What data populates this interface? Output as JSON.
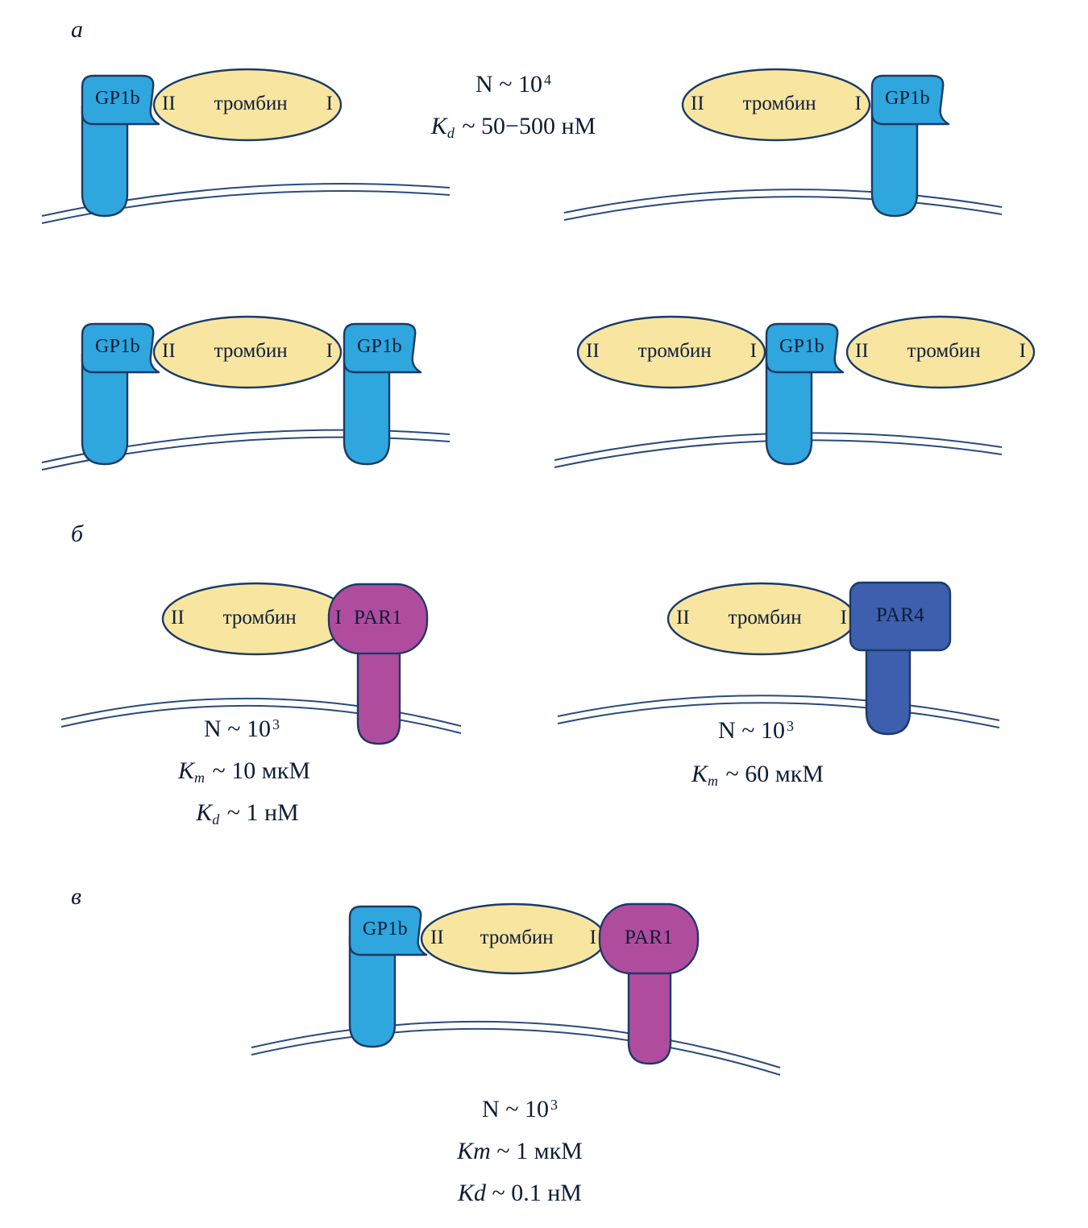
{
  "receptors": {
    "gp1b": "GP1b",
    "par1": "PAR1",
    "par4": "PAR4"
  },
  "thrombin": {
    "exosite2": "II",
    "name": "тромбин",
    "exosite1": "I"
  },
  "panels": {
    "a": {
      "label": "а",
      "n_line": {
        "base": "N ~ 10",
        "exp": "4"
      },
      "kd_line": {
        "k": "K",
        "sub": "d",
        "rest": " ~ 50−500 нМ"
      }
    },
    "b": {
      "label": "б",
      "left": {
        "n_line": {
          "base": "N ~ 10",
          "exp": "3"
        },
        "km_line": {
          "k": "K",
          "sub": "m",
          "rest": " ~ 10 мкМ"
        },
        "kd_line": {
          "k": "K",
          "sub": "d",
          "rest": " ~ 1 нМ"
        }
      },
      "right": {
        "n_line": {
          "base": "N ~ 10",
          "exp": "3"
        },
        "km_line": {
          "k": "K",
          "sub": "m",
          "rest": " ~ 60 мкМ"
        }
      }
    },
    "v": {
      "label": "в",
      "n_line": {
        "base": "N ~ 10",
        "exp": "3"
      },
      "km_line": {
        "k": "Km",
        "rest": " ~ 1 мкМ"
      },
      "kd_line": {
        "k": "Kd",
        "rest": " ~ 0.1 нМ"
      }
    }
  },
  "colors": {
    "thrombin_fill": "#F8E5A0",
    "gp1b_fill": "#2FA6DE",
    "par1_fill": "#B04C9E",
    "par4_fill": "#3D5FAD",
    "outline": "#1B3A66",
    "membrane": "#2A4A7C"
  }
}
